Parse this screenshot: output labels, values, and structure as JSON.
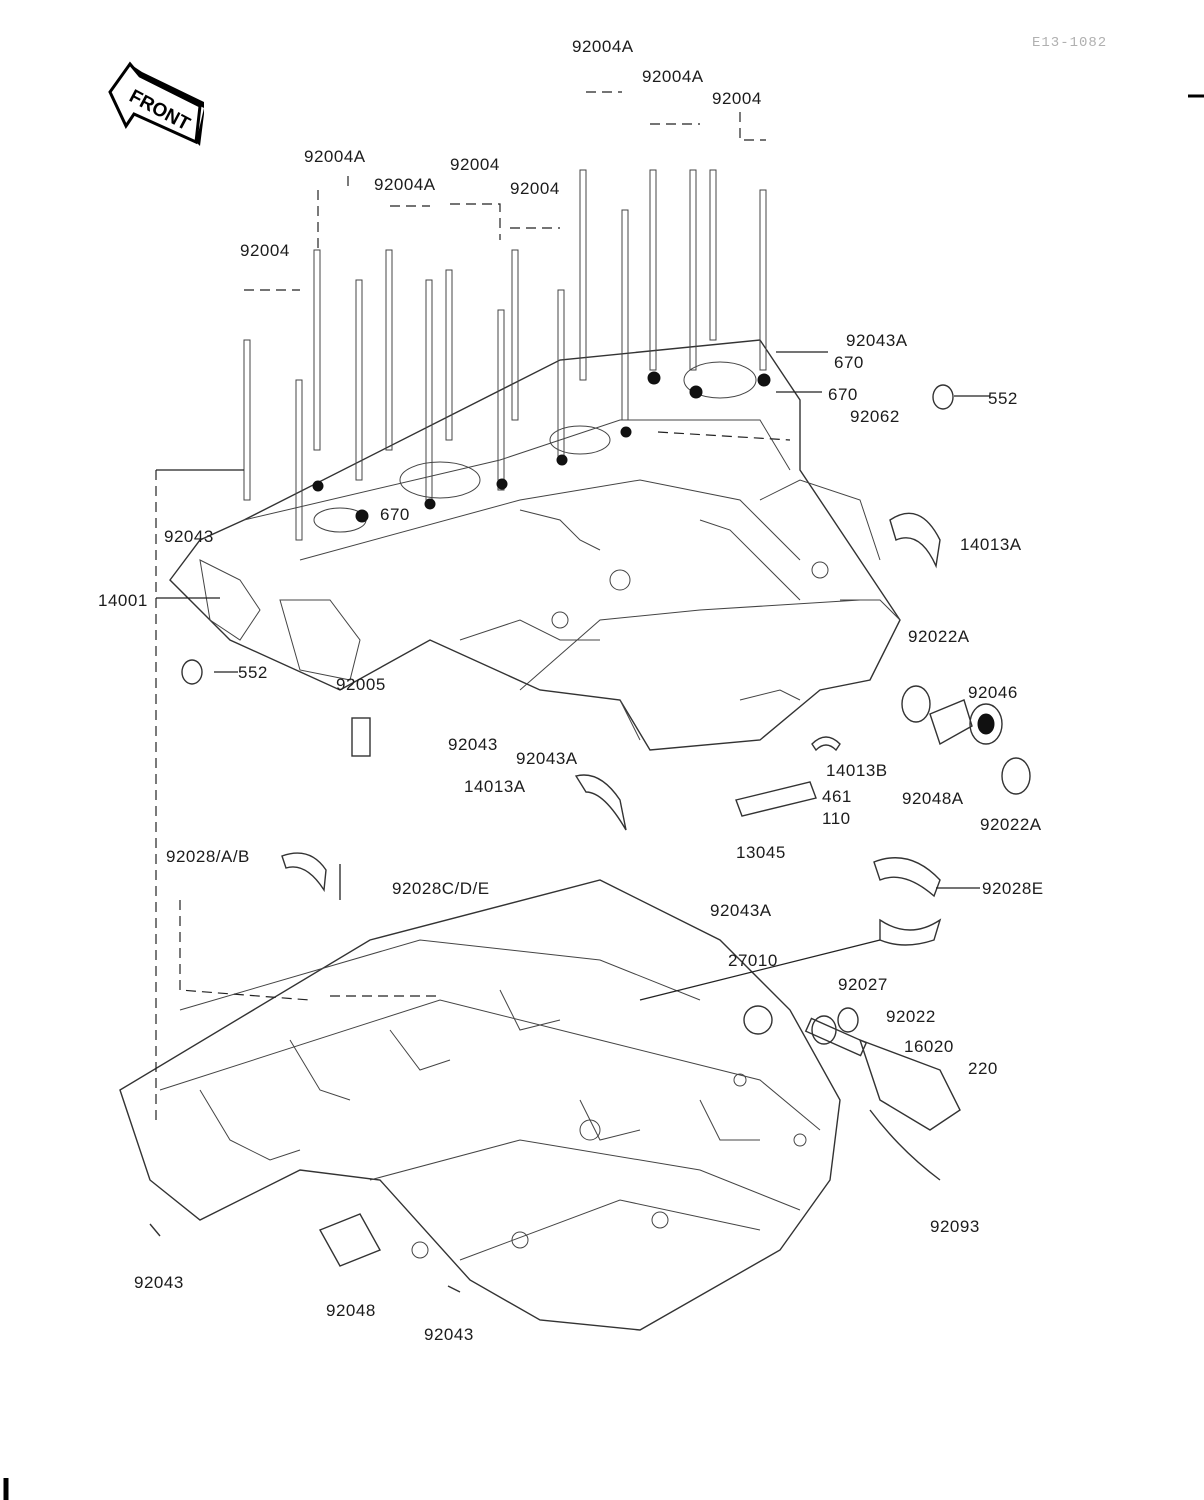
{
  "ref_code": "E13-1082",
  "front_label": "FRONT",
  "labels": {
    "l_92004A_a": "92004A",
    "l_92004A_b": "92004A",
    "l_92004_a": "92004",
    "l_92004A_c": "92004A",
    "l_92004_b": "92004",
    "l_92004A_d": "92004A",
    "l_92004_c": "92004",
    "l_92004_d": "92004",
    "l_92043A_top": "92043A",
    "l_670_a": "670",
    "l_670_b": "670",
    "l_552_r": "552",
    "l_92062": "92062",
    "l_670_c": "670",
    "l_92043_l": "92043",
    "l_14001": "14001",
    "l_14013A_r": "14013A",
    "l_552_l": "552",
    "l_92005": "92005",
    "l_92022A_a": "92022A",
    "l_92046": "92046",
    "l_92043_m": "92043",
    "l_92043A_m": "92043A",
    "l_14013A_m": "14013A",
    "l_14013B": "14013B",
    "l_461": "461",
    "l_110": "110",
    "l_92048A": "92048A",
    "l_92022A_b": "92022A",
    "l_13045": "13045",
    "l_92028AB": "92028/A/B",
    "l_92028CDE": "92028C/D/E",
    "l_92043A_b": "92043A",
    "l_92028E": "92028E",
    "l_27010": "27010",
    "l_92027": "92027",
    "l_92022": "92022",
    "l_16020": "16020",
    "l_220": "220",
    "l_92093": "92093",
    "l_92043_b1": "92043",
    "l_92048": "92048",
    "l_92043_b2": "92043"
  }
}
